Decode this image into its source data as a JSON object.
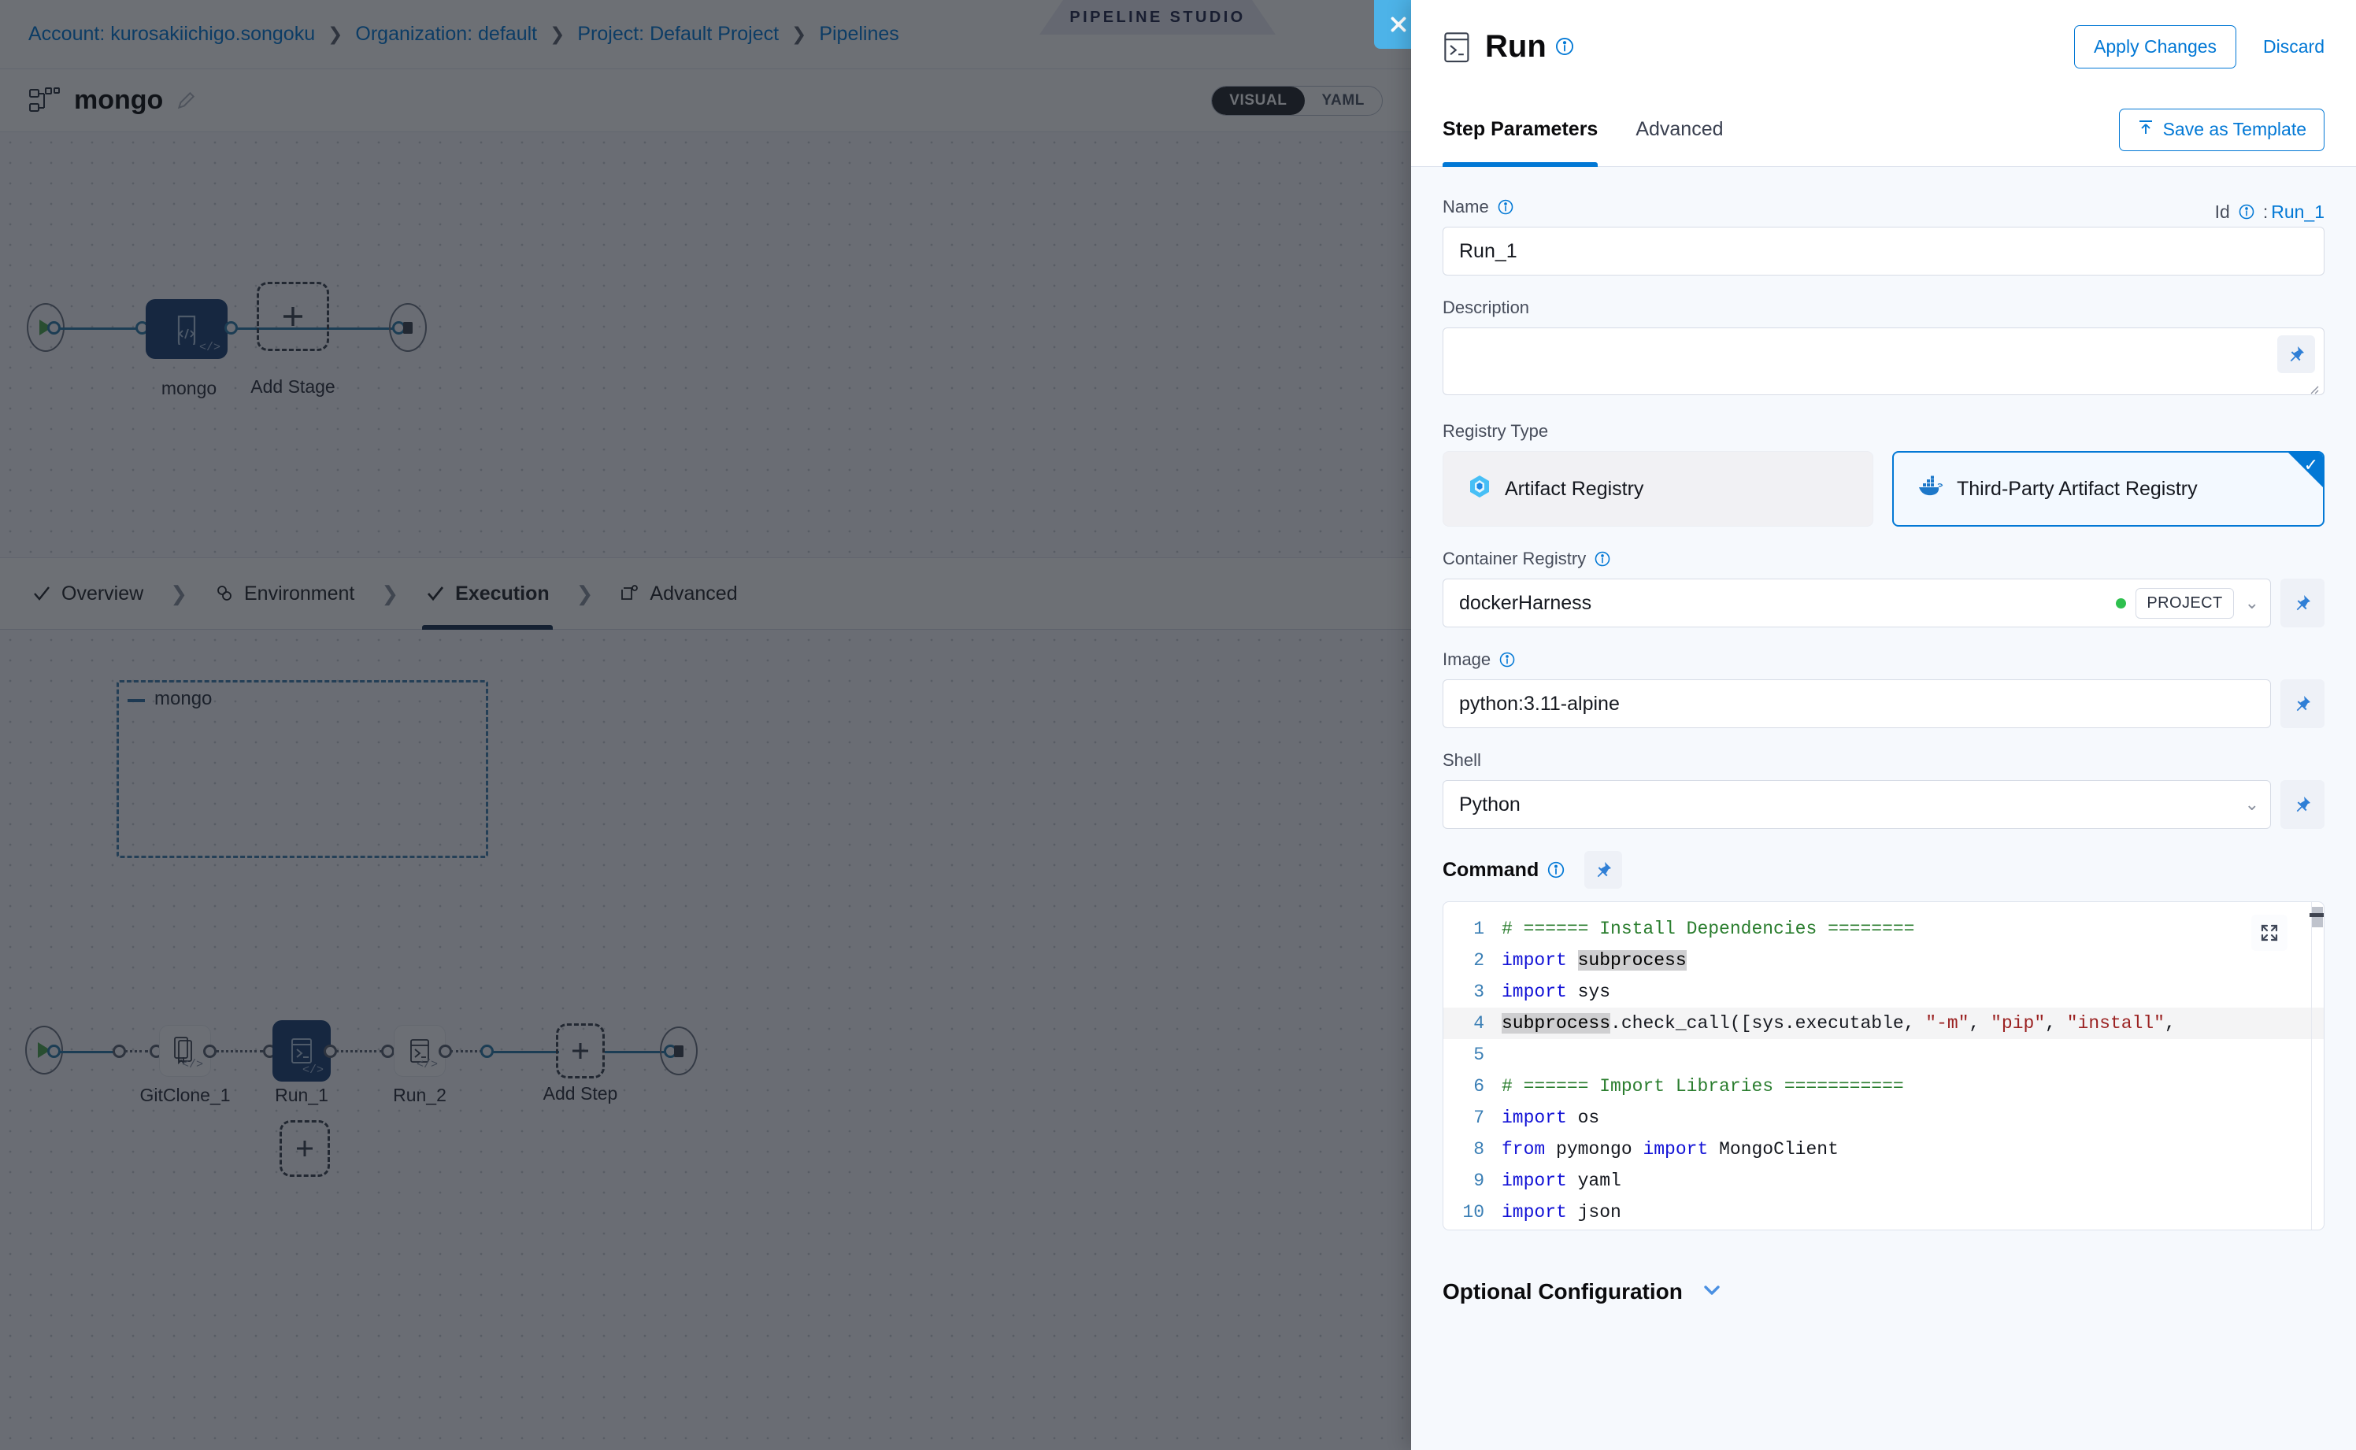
{
  "breadcrumb": {
    "items": [
      {
        "label": "Account: kurosakiichigo.songoku"
      },
      {
        "label": "Organization: default"
      },
      {
        "label": "Project: Default Project"
      },
      {
        "label": "Pipelines"
      }
    ],
    "separator": "❯",
    "ribbon_label": "PIPELINE STUDIO"
  },
  "pipeline": {
    "name": "mongo",
    "view_visual": "VISUAL",
    "view_yaml": "YAML",
    "stage_node_label": "mongo",
    "add_stage_label": "Add Stage"
  },
  "stage_tabs": [
    {
      "label": "Overview",
      "icon": "check-icon",
      "active": false
    },
    {
      "label": "Environment",
      "icon": "infrastructure-icon",
      "active": false
    },
    {
      "label": "Execution",
      "icon": "check-icon",
      "active": true
    },
    {
      "label": "Advanced",
      "icon": "advanced-icon",
      "active": false
    }
  ],
  "execution_graph": {
    "group_label": "mongo",
    "steps": [
      {
        "label": "GitClone_1",
        "icon": "git-clone-icon",
        "selected": false
      },
      {
        "label": "Run_1",
        "icon": "terminal-icon",
        "selected": true
      },
      {
        "label": "Run_2",
        "icon": "terminal-icon",
        "selected": false
      }
    ],
    "add_step_label": "Add Step",
    "add_parallel_label": "+"
  },
  "panel": {
    "title": "Run",
    "icon": "terminal-icon",
    "apply_label": "Apply Changes",
    "discard_label": "Discard",
    "tabs": [
      {
        "label": "Step Parameters",
        "active": true
      },
      {
        "label": "Advanced",
        "active": false
      }
    ],
    "save_template_label": "Save as Template",
    "close_icon": "close-icon",
    "fields": {
      "name_label": "Name",
      "name_value": "Run_1",
      "id_label": "Id",
      "id_separator": ":",
      "id_value": "Run_1",
      "description_label": "Description",
      "description_value": "",
      "registry_type_label": "Registry Type",
      "registry_options": [
        {
          "label": "Artifact Registry",
          "icon": "harness-artifact-icon",
          "selected": false
        },
        {
          "label": "Third-Party Artifact Registry",
          "icon": "docker-icon",
          "selected": true
        }
      ],
      "container_registry_label": "Container Registry",
      "container_registry_value": "dockerHarness",
      "container_registry_scope": "PROJECT",
      "image_label": "Image",
      "image_value": "python:3.11-alpine",
      "shell_label": "Shell",
      "shell_value": "Python",
      "command_label": "Command",
      "optional_config_label": "Optional Configuration"
    }
  },
  "code": {
    "lines": [
      {
        "n": "1",
        "highlight": false,
        "tokens": [
          {
            "t": "# ====== Install Dependencies ========",
            "c": "k-cm"
          }
        ]
      },
      {
        "n": "2",
        "highlight": false,
        "tokens": [
          {
            "t": "import ",
            "c": "k-kw"
          },
          {
            "t": "subprocess",
            "c": "k-mk"
          }
        ]
      },
      {
        "n": "3",
        "highlight": false,
        "tokens": [
          {
            "t": "import ",
            "c": "k-kw"
          },
          {
            "t": "sys",
            "c": "k-pl"
          }
        ]
      },
      {
        "n": "4",
        "highlight": true,
        "tokens": [
          {
            "t": "subprocess",
            "c": "k-mk"
          },
          {
            "t": ".check_call([sys.executable, ",
            "c": "k-pl"
          },
          {
            "t": "\"-m\"",
            "c": "k-st"
          },
          {
            "t": ", ",
            "c": "k-pl"
          },
          {
            "t": "\"pip\"",
            "c": "k-st"
          },
          {
            "t": ", ",
            "c": "k-pl"
          },
          {
            "t": "\"install\"",
            "c": "k-st"
          },
          {
            "t": ",",
            "c": "k-pl"
          }
        ]
      },
      {
        "n": "5",
        "highlight": false,
        "tokens": [
          {
            "t": "",
            "c": "k-pl"
          }
        ]
      },
      {
        "n": "6",
        "highlight": false,
        "tokens": [
          {
            "t": "# ====== Import Libraries ===========",
            "c": "k-cm"
          }
        ]
      },
      {
        "n": "7",
        "highlight": false,
        "tokens": [
          {
            "t": "import ",
            "c": "k-kw"
          },
          {
            "t": "os",
            "c": "k-pl"
          }
        ]
      },
      {
        "n": "8",
        "highlight": false,
        "tokens": [
          {
            "t": "from ",
            "c": "k-kw"
          },
          {
            "t": "pymongo ",
            "c": "k-pl"
          },
          {
            "t": "import ",
            "c": "k-kw"
          },
          {
            "t": "MongoClient",
            "c": "k-pl"
          }
        ]
      },
      {
        "n": "9",
        "highlight": false,
        "tokens": [
          {
            "t": "import ",
            "c": "k-kw"
          },
          {
            "t": "yaml",
            "c": "k-pl"
          }
        ]
      },
      {
        "n": "10",
        "highlight": false,
        "tokens": [
          {
            "t": "import ",
            "c": "k-kw"
          },
          {
            "t": "json",
            "c": "k-pl"
          }
        ]
      }
    ]
  },
  "colors": {
    "accent": "#0278d5",
    "node_selected": "#1c4075",
    "edge": "#2a7aa8",
    "scope_dot": "#2ec04e",
    "close_btn": "#4db3e8"
  }
}
